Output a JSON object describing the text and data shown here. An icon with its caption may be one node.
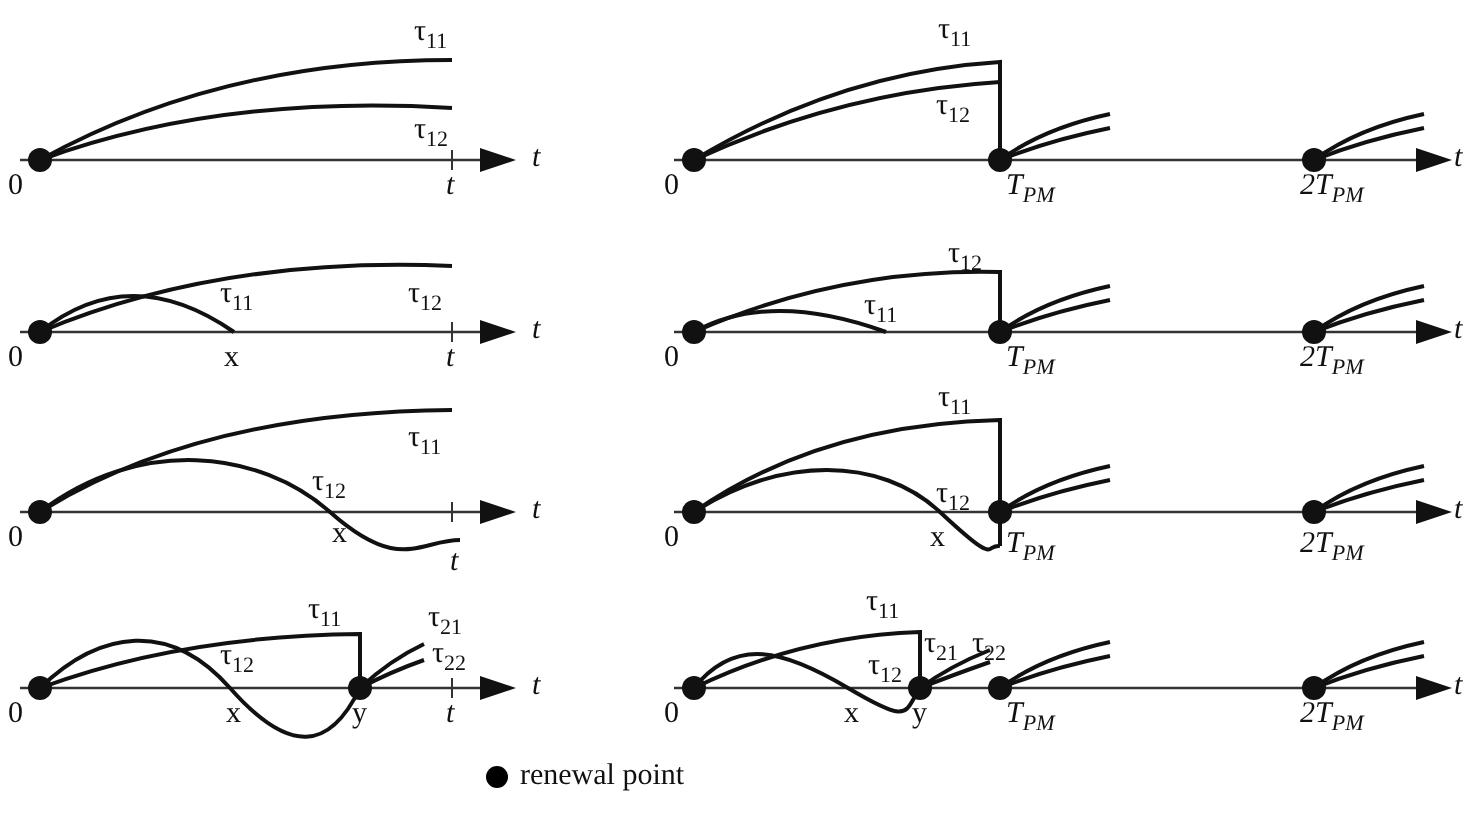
{
  "diagram": {
    "labels": [
      "τ$_{11}$",
      "τ$_{12}$",
      "t",
      "0",
      "t",
      "τ$_{11}$",
      "τ$_{12}$",
      "t",
      "0",
      "T$_{PM}$",
      "2T$_{PM}$",
      "τ$_{11}$",
      "τ$_{12}$",
      "t",
      "0",
      "x",
      "t",
      "τ$_{12}$",
      "τ$_{11}$",
      "t",
      "0",
      "T$_{PM}$",
      "2T$_{PM}$",
      "τ$_{11}$",
      "τ$_{12}$",
      "t",
      "0",
      "x",
      "t",
      "τ$_{11}$",
      "τ$_{12}$",
      "t",
      "0",
      "x",
      "T$_{PM}$",
      "2T$_{PM}$",
      "τ$_{11}$",
      "τ$_{21}$",
      "τ$_{12}$",
      "τ$_{22}$",
      "t",
      "0",
      "x",
      "y",
      "t",
      "τ$_{11}$",
      "τ$_{21}$",
      "τ$_{22}$",
      "τ$_{12}$",
      "t",
      "0",
      "x",
      "y",
      "T$_{PM}$",
      "2T$_{PM}$"
    ],
    "legend": [
      {
        "text": "renewal point",
        "color": "#000000"
      }
    ]
  }
}
